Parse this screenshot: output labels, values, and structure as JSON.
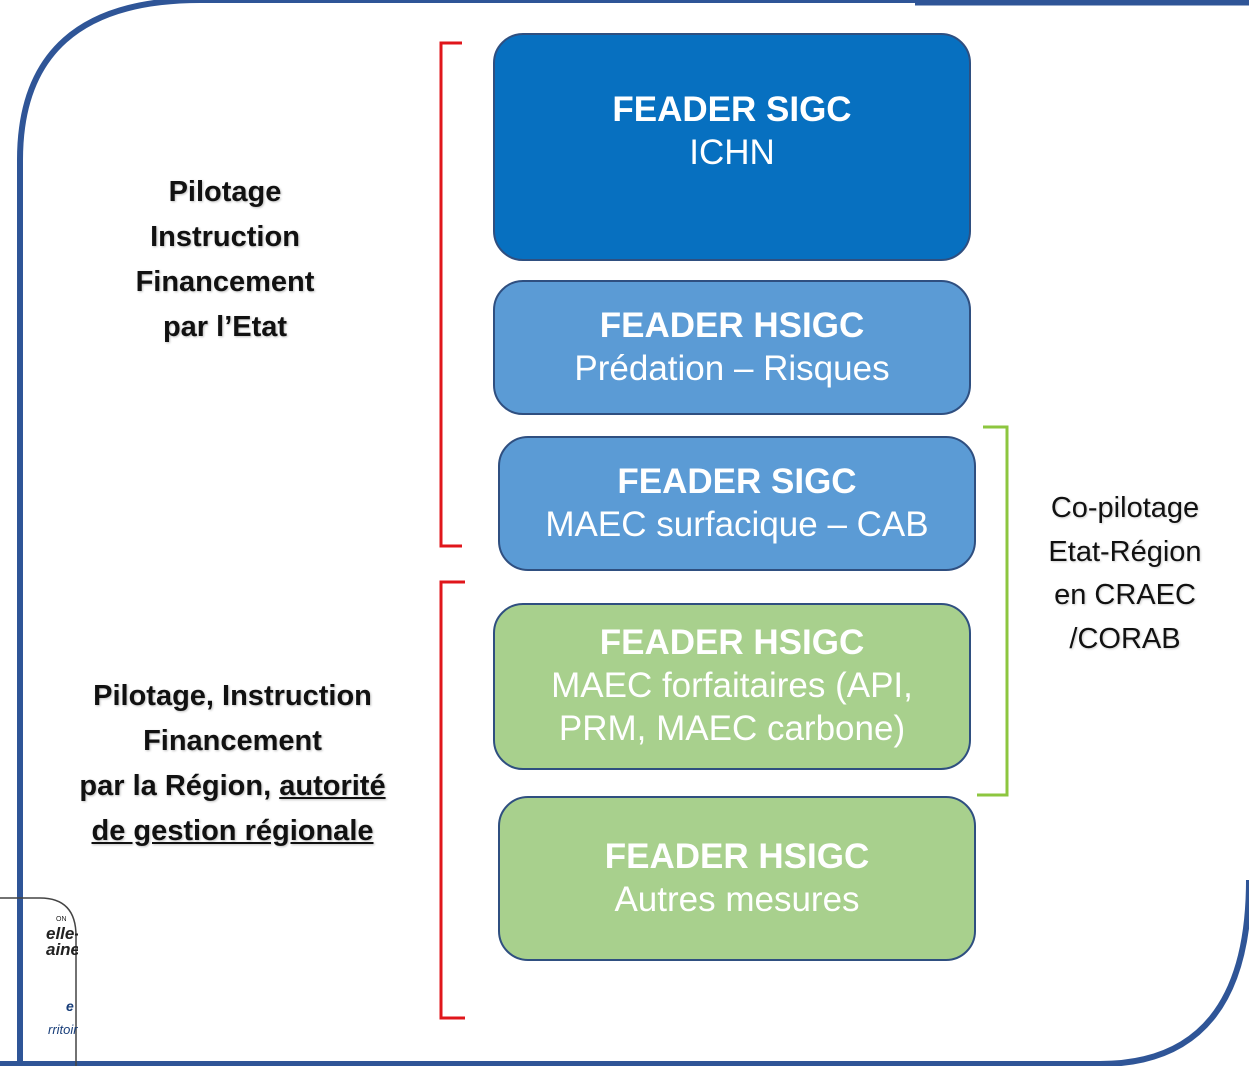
{
  "colors": {
    "frame": "#2f5597",
    "dark_blue": "#0770c0",
    "mid_blue": "#5b9bd5",
    "green": "#a8d08d",
    "state_bracket": "#e0161b",
    "copilot_bracket": "#8dc63f"
  },
  "boxes": [
    {
      "title": "FEADER SIGC",
      "sub": [
        "ICHN"
      ]
    },
    {
      "title": "FEADER HSIGC",
      "sub": [
        "Prédation – Risques"
      ]
    },
    {
      "title": "FEADER SIGC",
      "sub": [
        "MAEC surfacique – CAB"
      ]
    },
    {
      "title": "FEADER HSIGC",
      "sub": [
        "MAEC forfaitaires (API,",
        "PRM, MAEC carbone)"
      ]
    },
    {
      "title": "FEADER HSIGC",
      "sub": [
        "Autres mesures"
      ]
    }
  ],
  "state_label": [
    "Pilotage",
    "Instruction",
    "Financement",
    "par l’Etat"
  ],
  "region_label": {
    "line1": "Pilotage, Instruction",
    "line2": "Financement",
    "line3_plain": "par la Région, ",
    "line3_underlined": "autorité",
    "line4_underlined": "de gestion régionale"
  },
  "copilot_label": [
    "Co-pilotage",
    "Etat-Région",
    "en CRAEC",
    "/CORAB"
  ],
  "logo_text": [
    "ON",
    "elle-",
    "aine",
    "e",
    "rritoire"
  ]
}
